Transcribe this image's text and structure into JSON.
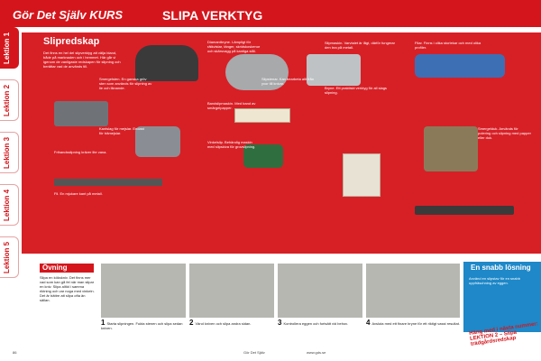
{
  "header": {
    "kurs": "Gör Det Själv KURS",
    "title": "SLIPA VERKTYG"
  },
  "tabs": [
    "Lektion 1",
    "Lektion 2",
    "Lektion 3",
    "Lektion 4",
    "Lektion 5"
  ],
  "slipredskap": {
    "heading": "Slipredskap",
    "intro": "Det finns en hel del slipverktyg att välja bland, både på marknaden och i hemmet. Här går vi igenom de vanligaste redskapen för slipning och berättar vad de används till."
  },
  "items": {
    "diamantbryne": "Diamantbryne. Lämpligt för rätkvistar, tänger, skridskoskenor och skärsvagg på kantiga stål.",
    "smergelsten": "Smergelsten. En ganska gröv sten som används för slipning av lie och liknande.",
    "slipstenar": "Slipstenar. Kan bearbeta allt från yxor till knivar.",
    "kantsag": "Kantslag för mejslar. Endast för trämejslar.",
    "fil": "Fil. En mjukare kant på metall.",
    "smergelduk": "Smergelduk. Används för polering och slipning med papper eller duk.",
    "bandslip": "Bandslipmaskin. Med band av smärgelpapper.",
    "vinkelslip": "Vinkelslip. Behändig maskin med slipskiva för grovslipning.",
    "tutorial": "Frihandsslipning kräver lite vana.",
    "bryne": "Bryne. Ett praktiskt verktyg för all slags slipning.",
    "slipmaskin": "Slipmaskin. Varvtalet är lågt, därför fungerar den bra på metall.",
    "filar": "Filar. Finns i olika storlekar och med olika profiler."
  },
  "exercise": {
    "title": "Övning",
    "intro": "Slipa en kökskniv. Det finns mer vad som kan gå fel när man slipar en kniv. Slipa alltid i samma riktning och var noga med vinkeln. Det är bättre att slipa ofta än sällan.",
    "steps": [
      {
        "num": "1",
        "text": "Starta slipningen. Fukta stenen och slipa sedan kniven."
      },
      {
        "num": "2",
        "text": "Vänd kniven och slipa andra sidan."
      },
      {
        "num": "3",
        "text": "Kontrollera eggen och fortsätt vid behov."
      },
      {
        "num": "4",
        "text": "Avsluta med ett finare bryne för ett riktigt vasst resultat."
      }
    ]
  },
  "snabb": {
    "title": "En snabb lösning",
    "text": "Använd en slipstav för en snabb uppfräschning av eggen."
  },
  "footer": {
    "page": "86",
    "mag": "Gör Det Själv",
    "web": "www.gds.se"
  },
  "promo": "Häng med i nästa nummer: LEKTION 2 – Slipa trädgårdsredskap"
}
